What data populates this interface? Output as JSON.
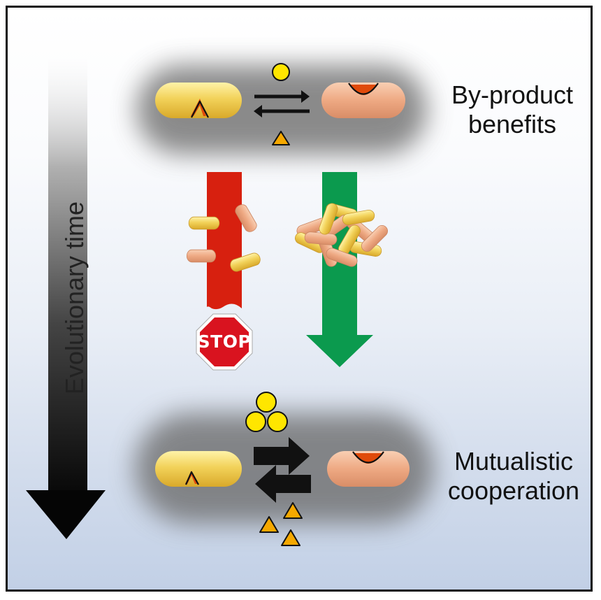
{
  "labels": {
    "top_line1": "By-product",
    "top_line2": "benefits",
    "bottom_line1": "Mutualistic",
    "bottom_line2": "cooperation",
    "time_axis": "Evolutionary time",
    "stop_sign": "STOP"
  },
  "colors": {
    "yellow_cell": "#f2d25a",
    "orange_cell": "#eea983",
    "molecule_circle": "#ffe600",
    "molecule_triangle": "#f5a800",
    "red_arrow": "#d7200f",
    "green_arrow": "#0b9a4e",
    "stop_sign": "#d9131f"
  },
  "icons": [
    "stop-sign-icon",
    "yellow-circle-molecule-icon",
    "orange-triangle-molecule-icon",
    "rod-bacterium-icon"
  ]
}
